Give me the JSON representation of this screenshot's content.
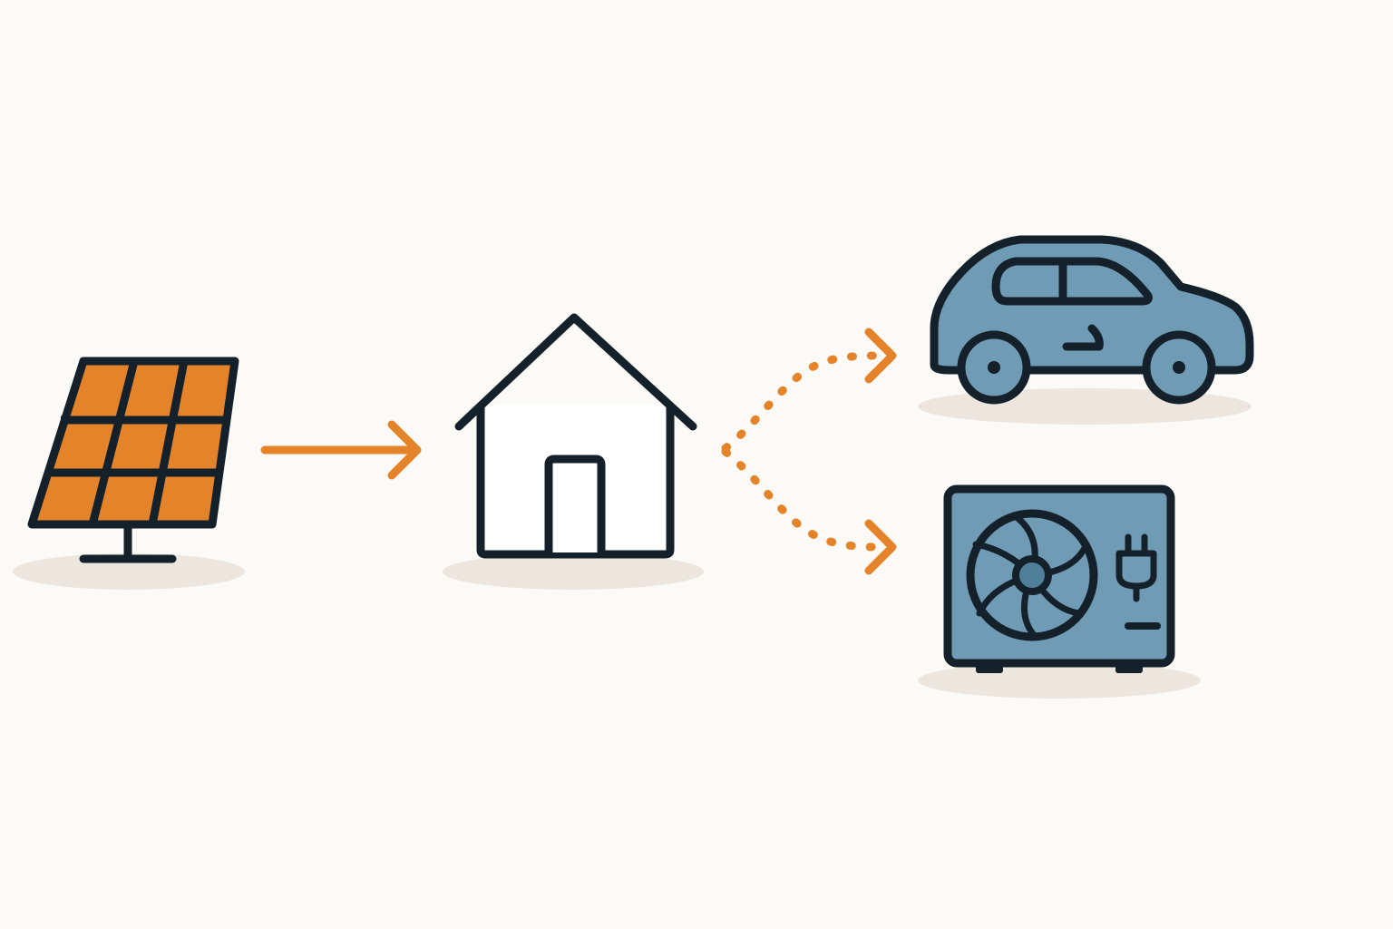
{
  "colors": {
    "background": "#fbfaf6",
    "accent_orange": "#e5832a",
    "outline_dark": "#14202a",
    "device_blue": "#6f9bb4",
    "device_blue_dark": "#4f7f99",
    "shadow": "#ece6df",
    "house_fill": "#ffffff"
  },
  "nodes": [
    {
      "id": "solar-panel",
      "icon": "solar-panel-icon"
    },
    {
      "id": "house",
      "icon": "house-icon"
    },
    {
      "id": "electric-car",
      "icon": "car-icon"
    },
    {
      "id": "heat-pump",
      "icon": "heat-pump-icon"
    }
  ],
  "edges": [
    {
      "from": "solar-panel",
      "to": "house",
      "style": "solid"
    },
    {
      "from": "house",
      "to": "electric-car",
      "style": "dotted"
    },
    {
      "from": "house",
      "to": "heat-pump",
      "style": "dotted"
    }
  ]
}
